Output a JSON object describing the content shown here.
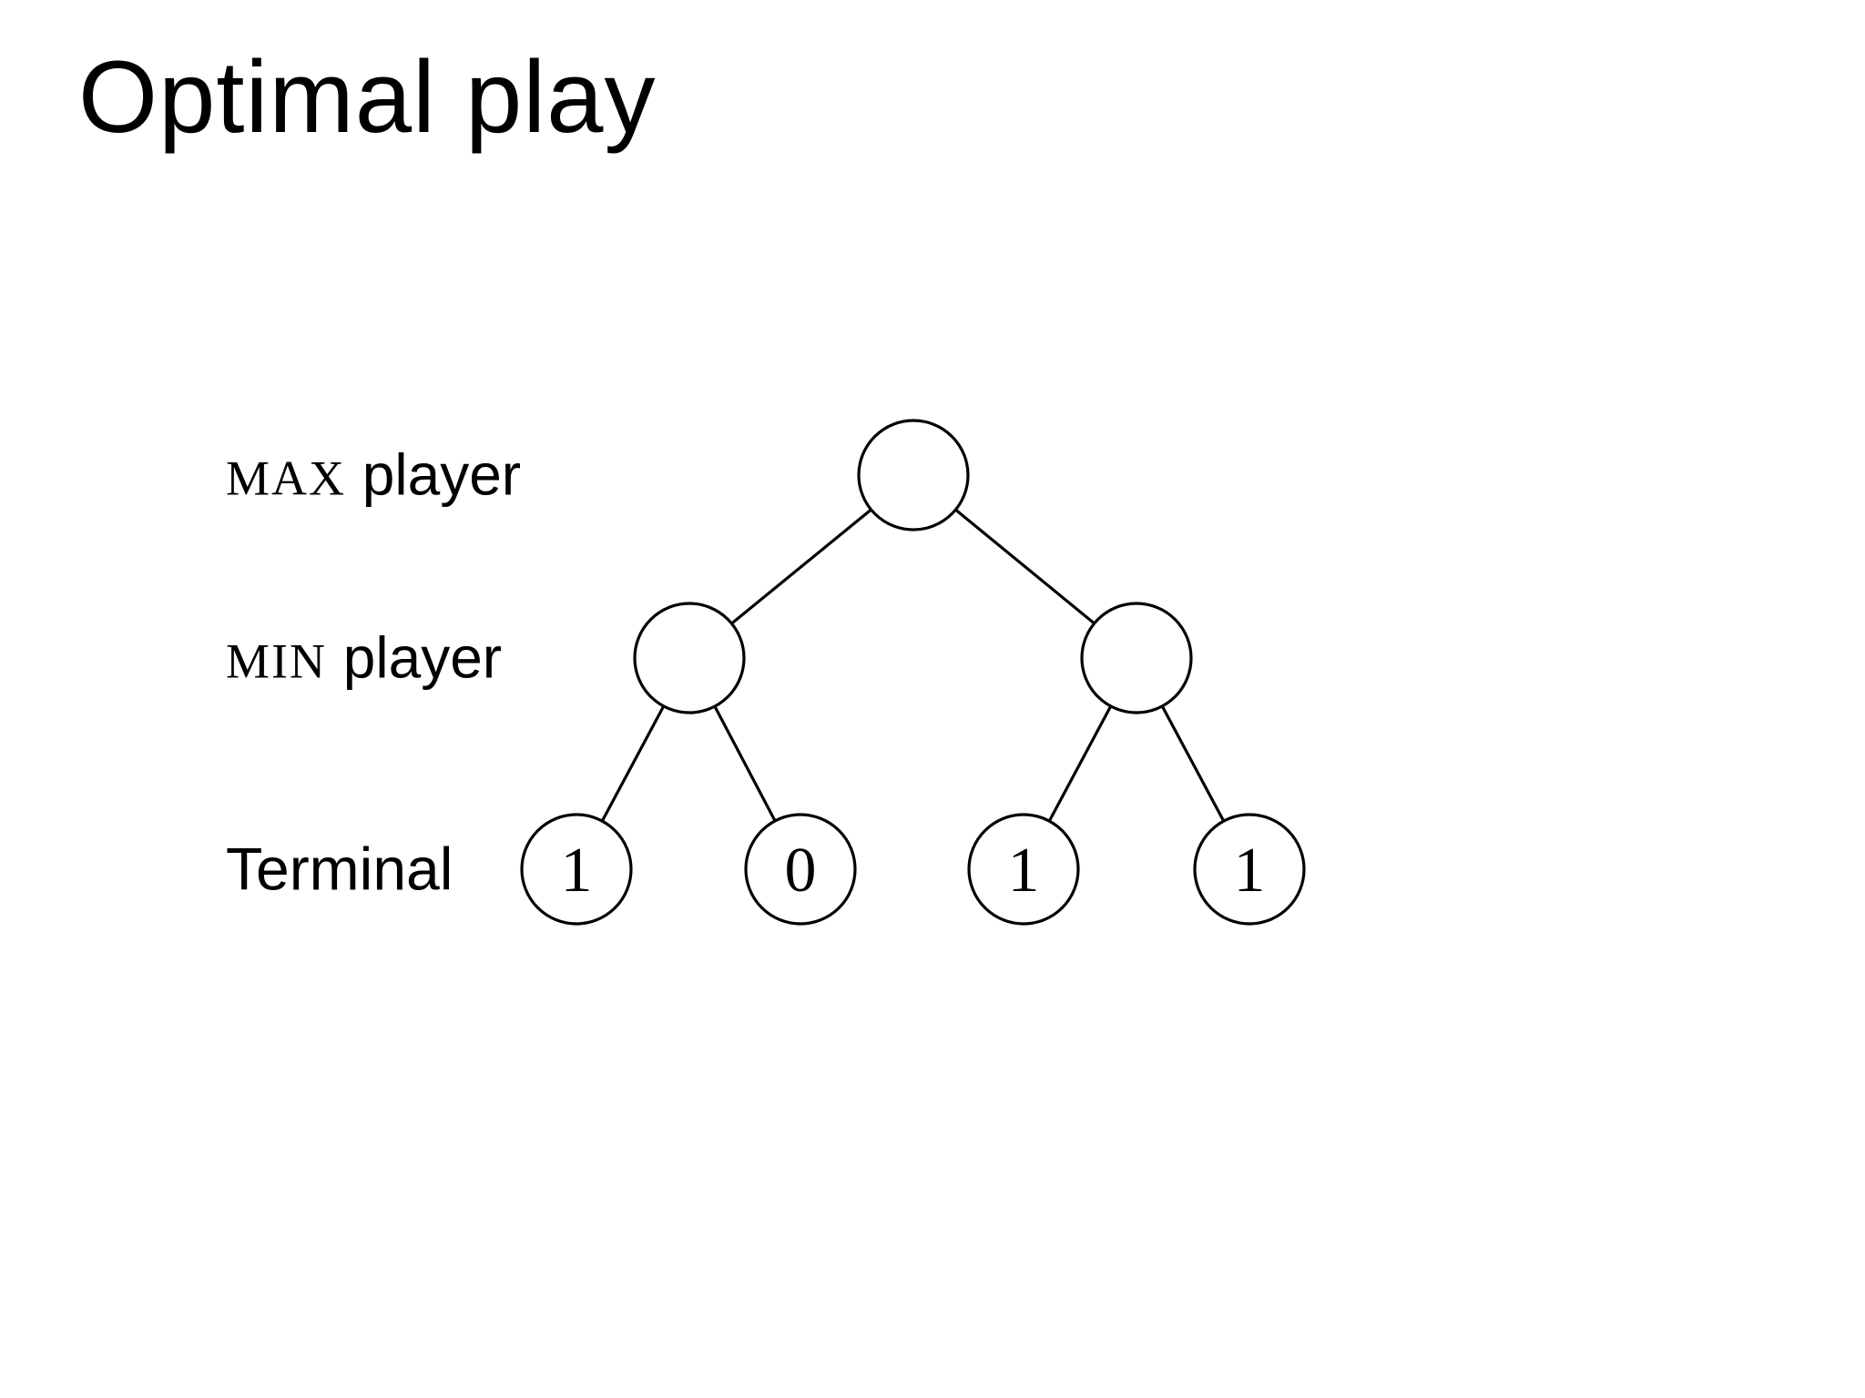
{
  "slide": {
    "title": "Optimal play"
  },
  "row_labels": {
    "max": {
      "sc": "MAX",
      "rest": "player"
    },
    "min": {
      "sc": "MIN",
      "rest": "player"
    },
    "terminal": "Terminal"
  },
  "tree": {
    "root": {
      "level": "MAX",
      "value": ""
    },
    "internal": [
      {
        "level": "MIN",
        "value": ""
      },
      {
        "level": "MIN",
        "value": ""
      }
    ],
    "leaves": [
      {
        "value": "1"
      },
      {
        "value": "0"
      },
      {
        "value": "1"
      },
      {
        "value": "1"
      }
    ]
  },
  "colors": {
    "background": "#ffffff",
    "stroke": "#000000",
    "text": "#000000"
  }
}
